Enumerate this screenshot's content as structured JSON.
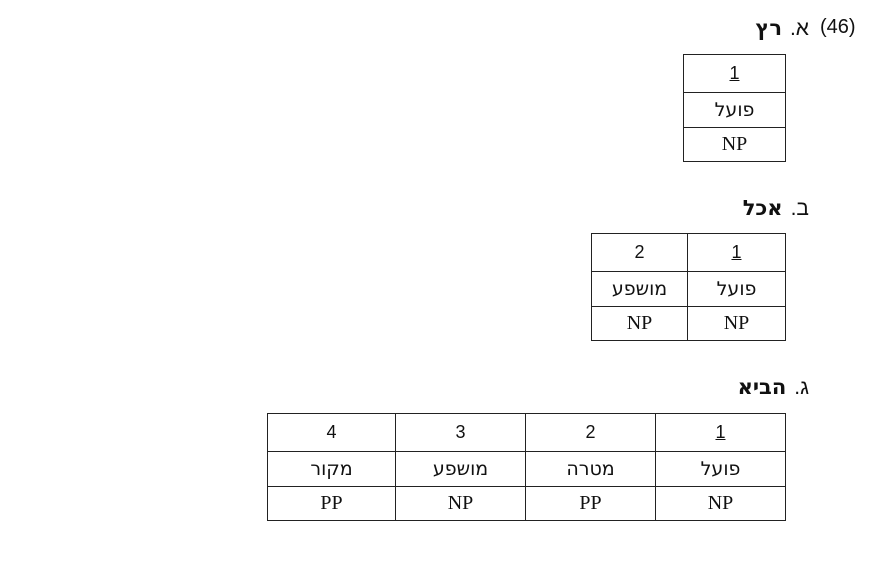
{
  "example_number": "(46)",
  "items": [
    {
      "letter": "א.",
      "verb": "רץ",
      "headers": [
        "1"
      ],
      "roles": [
        "פועל"
      ],
      "cats": [
        "NP"
      ]
    },
    {
      "letter": "ב.",
      "verb": "אכל",
      "headers": [
        "1",
        "2"
      ],
      "roles": [
        "פועל",
        "מושפע"
      ],
      "cats": [
        "NP",
        "NP"
      ]
    },
    {
      "letter": "ג.",
      "verb": "הביא",
      "headers": [
        "1",
        "2",
        "3",
        "4"
      ],
      "roles": [
        "פועל",
        "מטרה",
        "מושפע",
        "מקור"
      ],
      "cats": [
        "NP",
        "PP",
        "NP",
        "PP"
      ]
    }
  ]
}
